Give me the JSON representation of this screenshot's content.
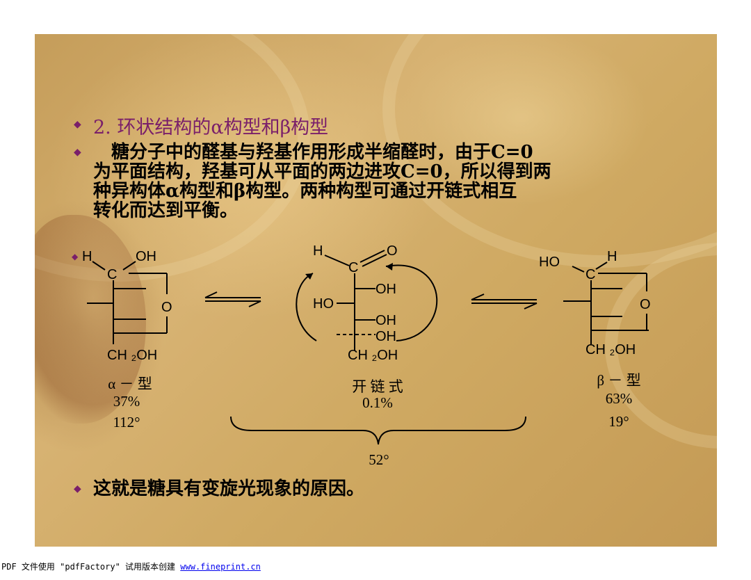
{
  "slide": {
    "heading": "2. 环状结构的α构型和β构型",
    "paragraph_lines": [
      "　糖分子中的醛基与羟基作用形成半缩醛时，由于C=0",
      "为平面结构，羟基可从平面的两边进攻C=0，所以得到两",
      "种异构体α构型和β构型。两种构型可通过开链式相互",
      "转化而达到平衡。"
    ],
    "conclusion": "这就是糖具有变旋光现象的原因。"
  },
  "diagram": {
    "alpha": {
      "h": "H",
      "oh": "OH",
      "c": "C",
      "o": "O",
      "ch2oh": "CH ₂OH",
      "name": "α － 型",
      "percent": "37%",
      "rotation": "112°"
    },
    "open": {
      "h": "H",
      "c": "C",
      "o": "O",
      "oh1": "OH",
      "ho": "HO",
      "oh2": "OH",
      "oh3": "OH",
      "ch2oh": "CH ₂OH",
      "name": "开 链 式",
      "percent": "0.1%"
    },
    "beta": {
      "ho": "HO",
      "h": "H",
      "c": "C",
      "o": "O",
      "ch2oh": "CH ₂OH",
      "name": "β － 型",
      "percent": "63%",
      "rotation": "19°"
    },
    "equilibrium_rotation": "52°"
  },
  "footer": {
    "text": "PDF 文件使用 \"pdfFactory\" 试用版本创建",
    "link": "www.fineprint.cn"
  }
}
